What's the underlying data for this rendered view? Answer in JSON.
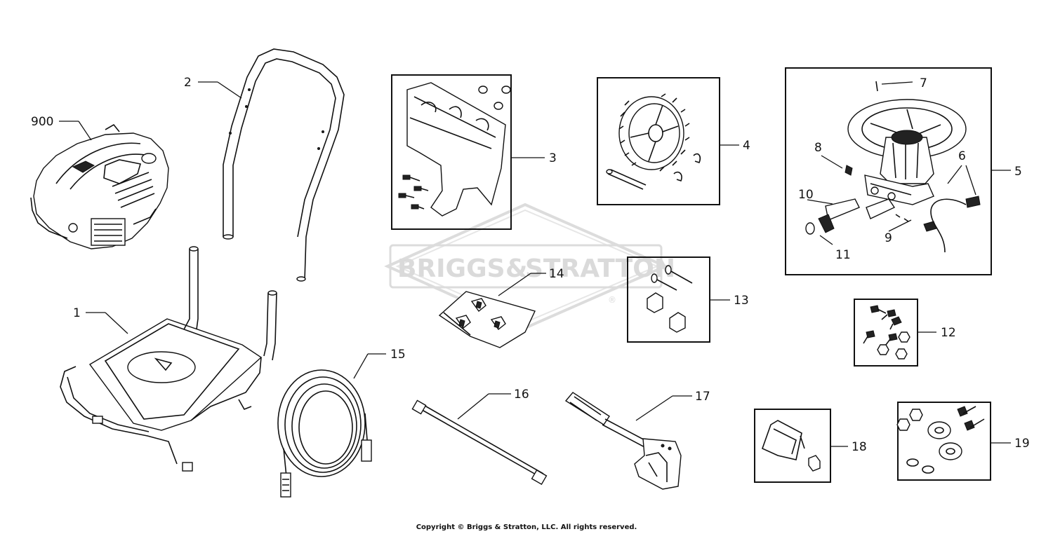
{
  "watermark": {
    "text_left": "BRIGGS",
    "ampersand": "&",
    "text_right": "STRATTON",
    "registered": "®",
    "color": "#d9d9d9"
  },
  "callouts": {
    "p900": "900",
    "p1": "1",
    "p2": "2",
    "p3": "3",
    "p4": "4",
    "p5": "5",
    "p6": "6",
    "p7": "7",
    "p8": "8",
    "p9": "9",
    "p10": "10",
    "p11": "11",
    "p12": "12",
    "p13": "13",
    "p14": "14",
    "p15": "15",
    "p16": "16",
    "p17": "17",
    "p18": "18",
    "p19": "19"
  },
  "copyright": "Copyright © Briggs & Stratton, LLC. All rights reserved."
}
